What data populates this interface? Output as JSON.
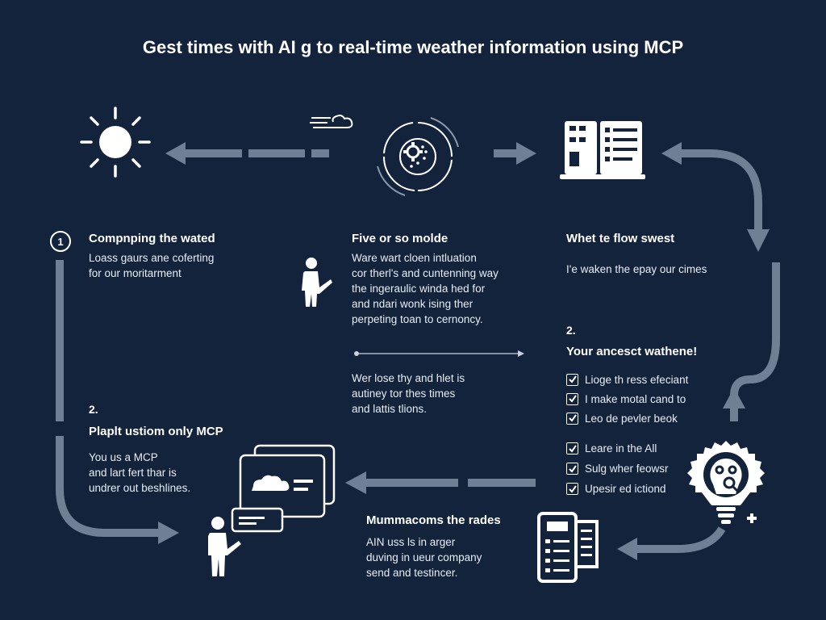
{
  "title": "Gest times with AI g to real-time weather information using MCP",
  "colors": {
    "background": "#13233b",
    "arrow": "#6f7f96",
    "icon": "#ffffff"
  },
  "left_section": {
    "number": "1",
    "heading": "Compnping the wated",
    "lines": [
      "Loass gaurs ane coferting",
      "for our moritarment"
    ]
  },
  "middle_section": {
    "heading": "Five or so molde",
    "lines": [
      "Ware wart cloen intluation",
      "cor therl's and cuntenning way",
      "the ingeraulic winda hed for",
      "and ndari wonk ising ther",
      "perpeting toan to cernoncy."
    ],
    "lower_lines": [
      "Wer lose thy and hlet is",
      "autiney tor thes times",
      "and lattis tlions."
    ]
  },
  "right_section": {
    "heading": "Whet te flow swest",
    "lines": [
      "I'e waken the epay our cimes"
    ]
  },
  "step2_right": {
    "number": "2.",
    "heading": "Your ancesct wathene!",
    "checklist_a": [
      "Lioge th ress efeciant",
      "I make motal cand to",
      "Leo de pevler beok"
    ],
    "checklist_b": [
      "Leare in the All",
      "Sulg wher feowsr",
      "Upesir ed ictiond"
    ]
  },
  "step2_left": {
    "number": "2.",
    "heading": "Plaplt ustiom only MCP",
    "lines": [
      "You us a MCP",
      "and lart fert thar is",
      "undrer out beshlines."
    ]
  },
  "bottom_section": {
    "heading": "Mummacoms the rades",
    "lines": [
      "AIN uss ls in arger",
      "duving in ueur company",
      "send and testincer."
    ]
  },
  "icons": [
    "sun-icon",
    "cloud-icon",
    "gear-cycle-icon",
    "dashboard-icon",
    "person-icon",
    "chat-windows-icon",
    "lightbulb-icon",
    "document-list-icon"
  ]
}
